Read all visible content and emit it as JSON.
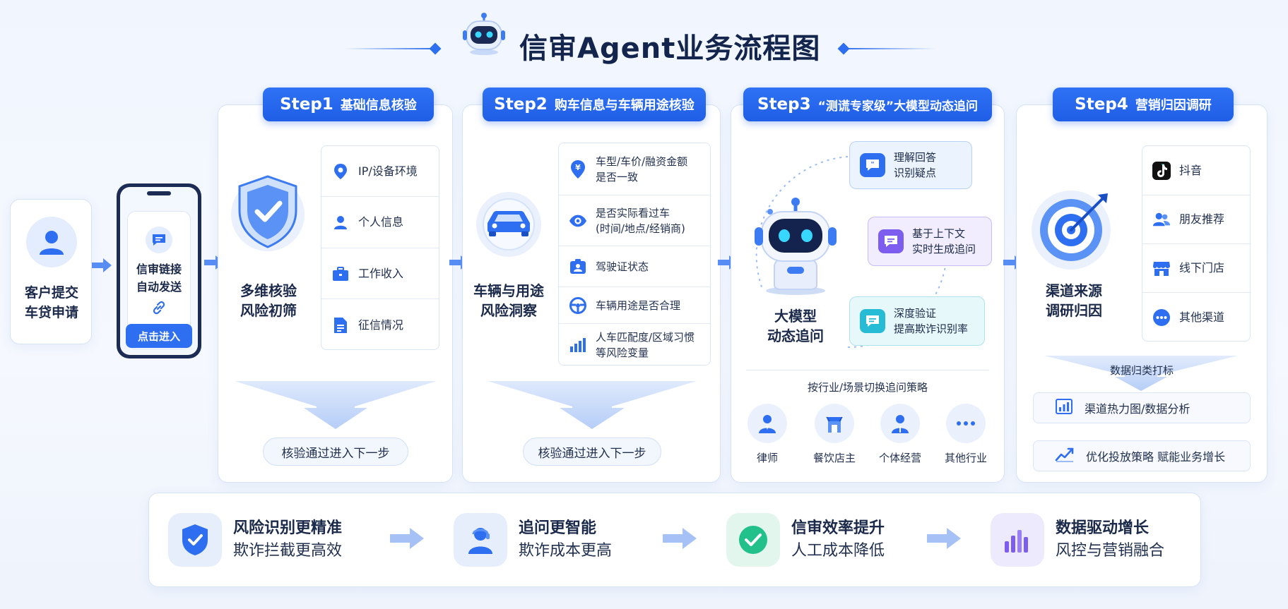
{
  "title": "信审Agent业务流程图",
  "start": {
    "label_line1": "客户提交",
    "label_line2": "车贷申请"
  },
  "phone": {
    "line1": "信审链接",
    "line2": "自动发送",
    "button": "点击进入"
  },
  "step1": {
    "tab_num": "Step1",
    "tab_text": "基础信息核验",
    "label_line1": "多维核验",
    "label_line2": "风险初筛",
    "items": [
      {
        "text": "IP/设备环境",
        "icon": "location-pin-icon"
      },
      {
        "text": "个人信息",
        "icon": "person-icon"
      },
      {
        "text": "工作收入",
        "icon": "briefcase-icon"
      },
      {
        "text": "征信情况",
        "icon": "document-icon"
      }
    ],
    "pill": "核验通过进入下一步"
  },
  "step2": {
    "tab_num": "Step2",
    "tab_text": "购车信息与车辆用途核验",
    "label_line1": "车辆与用途",
    "label_line2": "风险洞察",
    "items": [
      {
        "line1": "车型/车价/融资金额",
        "line2": "是否一致",
        "icon": "yen-pin-icon"
      },
      {
        "line1": "是否实际看过车",
        "line2": "(时间/地点/经销商)",
        "icon": "eye-icon"
      },
      {
        "line1": "驾驶证状态",
        "line2": "",
        "icon": "id-card-icon"
      },
      {
        "line1": "车辆用途是否合理",
        "line2": "",
        "icon": "steering-wheel-icon"
      },
      {
        "line1": "人车匹配度/区域习惯",
        "line2": "等风险变量",
        "icon": "bar-chart-icon"
      }
    ],
    "pill": "核验通过进入下一步"
  },
  "step3": {
    "tab_num": "Step3",
    "tab_text": "“测谎专家级”大模型动态追问",
    "label_line1": "大模型",
    "label_line2": "动态追问",
    "bubbles": [
      {
        "line1": "理解回答",
        "line2": "识别疑点"
      },
      {
        "line1": "基于上下文",
        "line2": "实时生成追问"
      },
      {
        "line1": "深度验证",
        "line2": "提高欺诈识别率"
      }
    ],
    "strategy": "按行业/场景切换追问策略",
    "industries": [
      "律师",
      "餐饮店主",
      "个体经营",
      "其他行业"
    ]
  },
  "step4": {
    "tab_num": "Step4",
    "tab_text": "营销归因调研",
    "label_line1": "渠道来源",
    "label_line2": "调研归因",
    "channels": [
      {
        "text": "抖音",
        "icon": "tiktok-icon"
      },
      {
        "text": "朋友推荐",
        "icon": "friends-icon"
      },
      {
        "text": "线下门店",
        "icon": "store-icon"
      },
      {
        "text": "其他渠道",
        "icon": "more-icon"
      }
    ],
    "tag": "数据归类打标",
    "bar1": "渠道热力图/数据分析",
    "bar2": "优化投放策略 赋能业务增长"
  },
  "benefits": [
    {
      "line1": "风险识别更精准",
      "line2": "欺诈拦截更高效"
    },
    {
      "line1": "追问更智能",
      "line2": "欺诈成本更高"
    },
    {
      "line1": "信审效率提升",
      "line2": "人工成本降低"
    },
    {
      "line1": "数据驱动增长",
      "line2": "风控与营销融合"
    }
  ],
  "colors": {
    "primary": "#2e6ef0",
    "title": "#14254d",
    "green": "#22c08a",
    "purple": "#7d5cf0",
    "cyan": "#27bcd6"
  }
}
